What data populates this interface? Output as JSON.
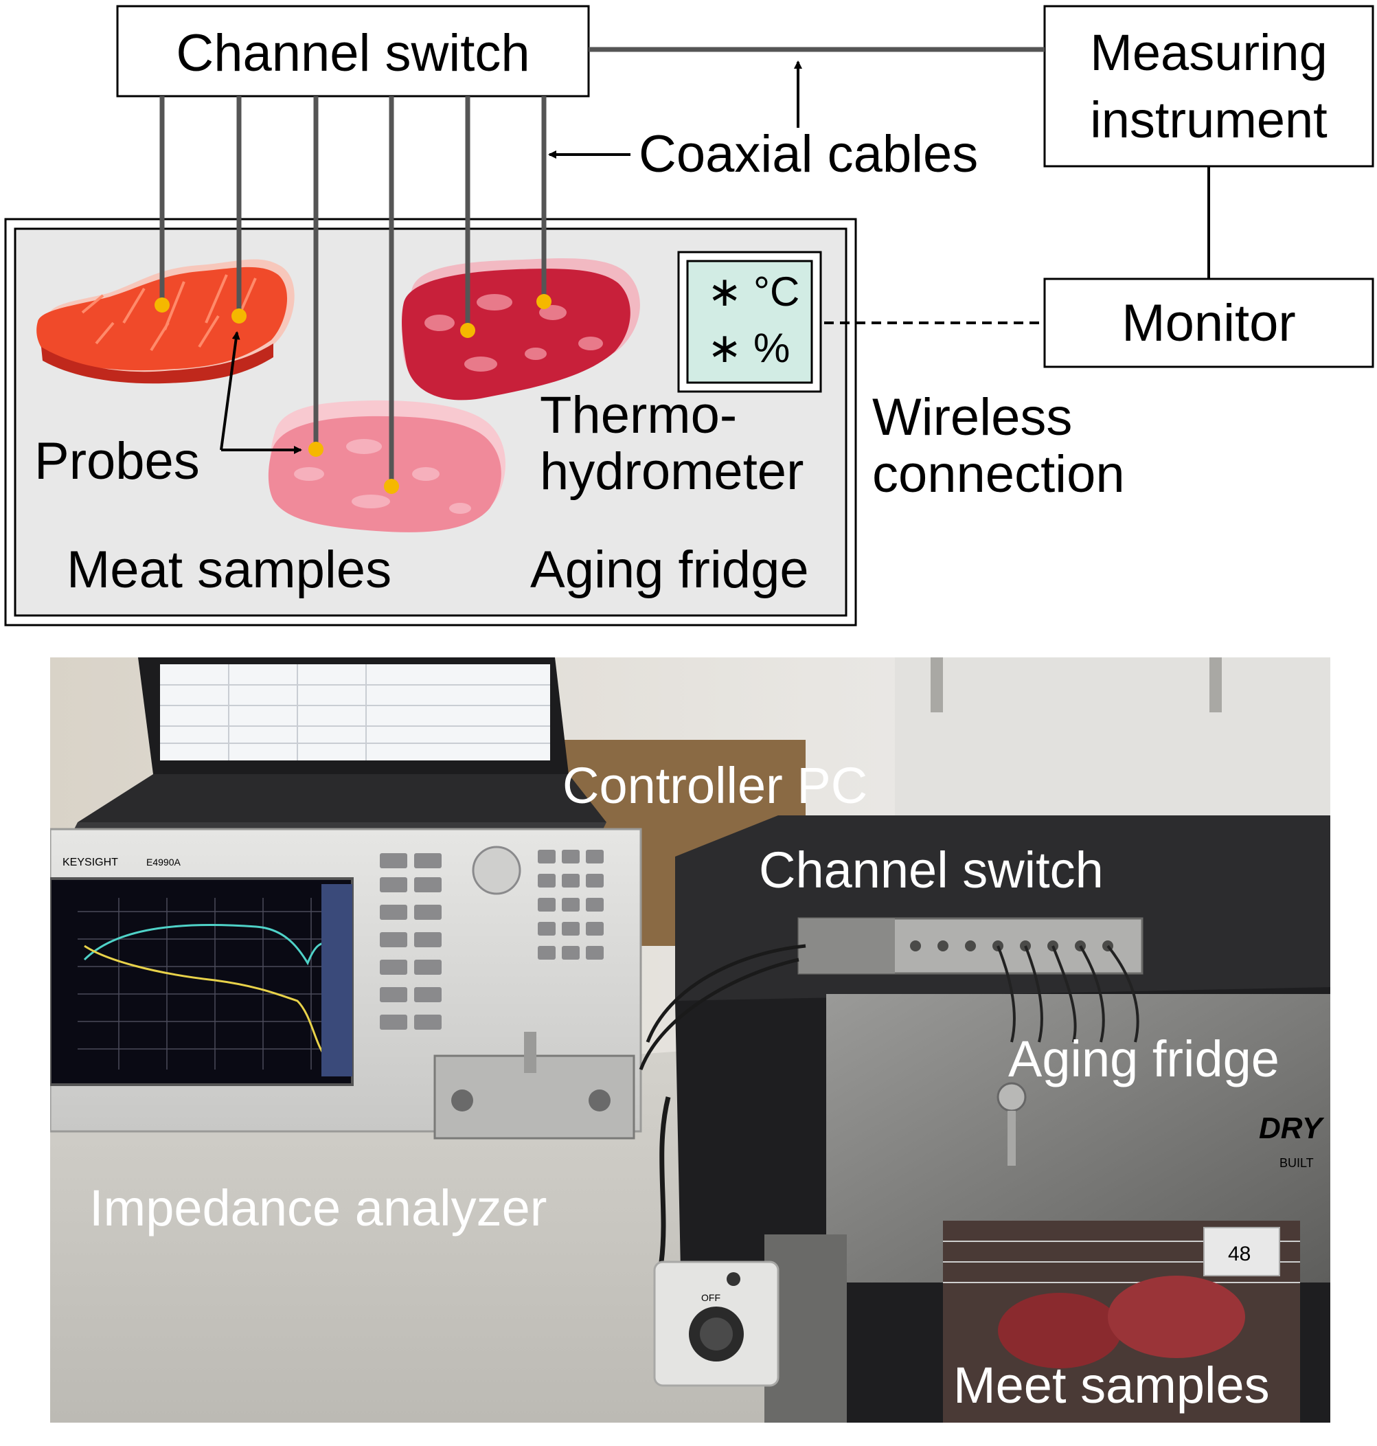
{
  "diagram": {
    "channel_switch": "Channel switch",
    "measuring_instrument": [
      "Measuring",
      "instrument"
    ],
    "coaxial_cables": "Coaxial cables",
    "monitor": "Monitor",
    "thermo_readout": {
      "temp": "∗ °C",
      "humidity": "∗  %"
    },
    "wireless_connection": [
      "Wireless",
      "connection"
    ],
    "probes": "Probes",
    "thermo_hydrometer": [
      "Thermo-",
      "hydrometer"
    ],
    "meat_samples": "Meat samples",
    "aging_fridge": "Aging fridge"
  },
  "photo": {
    "controller_pc": "Controller PC",
    "channel_switch": "Channel switch",
    "aging_fridge": "Aging fridge",
    "impedance_analyzer": "Impedance analyzer",
    "meet_samples": "Meet samples",
    "analyzer_brand": "KEYSIGHT",
    "analyzer_model": "E4990A",
    "fridge_brand": "DRY",
    "fridge_built": "BUILT",
    "dial_off": "OFF",
    "thermo_display": "48"
  },
  "colors": {
    "fridge_bg": "#e8e8e8",
    "meat_bright": "#f04a2a",
    "meat_dark": "#c8203a",
    "meat_pink": "#f08a9a",
    "probe_dot": "#f5b800",
    "thermo_screen": "#d2ece4",
    "cable": "#555555"
  }
}
